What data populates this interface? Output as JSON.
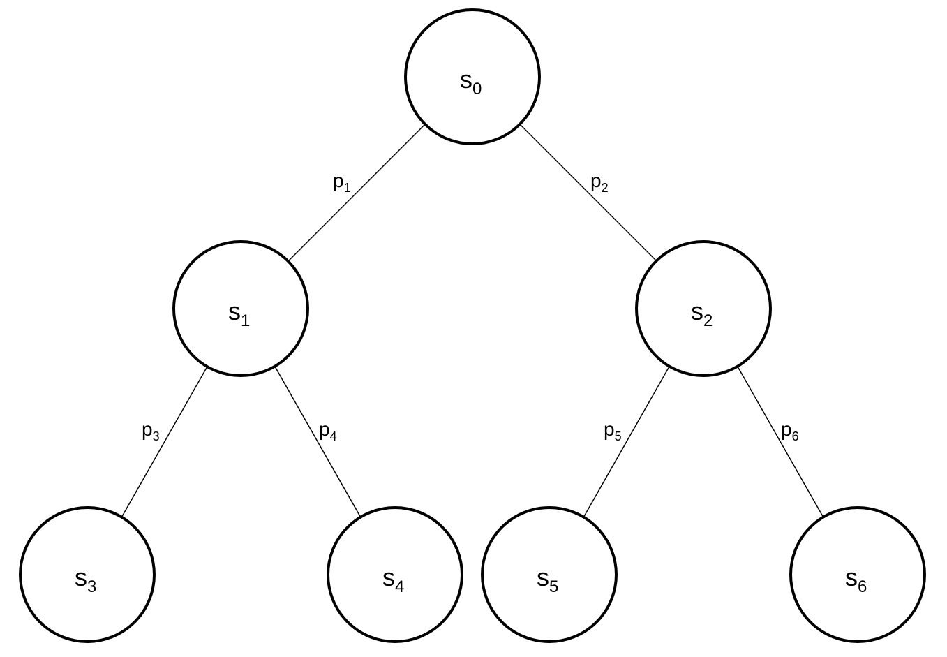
{
  "diagram": {
    "nodes": [
      {
        "id": "s0",
        "base": "s",
        "sub": "0"
      },
      {
        "id": "s1",
        "base": "s",
        "sub": "1"
      },
      {
        "id": "s2",
        "base": "s",
        "sub": "2"
      },
      {
        "id": "s3",
        "base": "s",
        "sub": "3"
      },
      {
        "id": "s4",
        "base": "s",
        "sub": "4"
      },
      {
        "id": "s5",
        "base": "s",
        "sub": "5"
      },
      {
        "id": "s6",
        "base": "s",
        "sub": "6"
      }
    ],
    "edges": [
      {
        "id": "e1",
        "from": "s0",
        "to": "s1",
        "base": "p",
        "sub": "1"
      },
      {
        "id": "e2",
        "from": "s0",
        "to": "s2",
        "base": "p",
        "sub": "2"
      },
      {
        "id": "e3",
        "from": "s1",
        "to": "s3",
        "base": "p",
        "sub": "3"
      },
      {
        "id": "e4",
        "from": "s1",
        "to": "s4",
        "base": "p",
        "sub": "4"
      },
      {
        "id": "e5",
        "from": "s2",
        "to": "s5",
        "base": "p",
        "sub": "5"
      },
      {
        "id": "e6",
        "from": "s2",
        "to": "s6",
        "base": "p",
        "sub": "6"
      }
    ]
  }
}
